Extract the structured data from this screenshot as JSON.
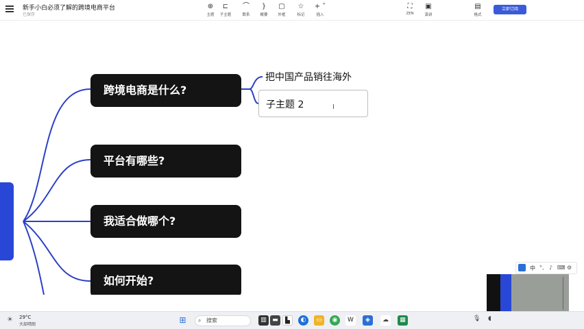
{
  "header": {
    "title": "新手小白必须了解的跨境电商平台",
    "subtitle": "已保存"
  },
  "toolbar": {
    "items": [
      {
        "label": "主题",
        "icon": "topic-icon"
      },
      {
        "label": "子主题",
        "icon": "subtopic-icon"
      },
      {
        "label": "联系",
        "icon": "relationship-icon"
      },
      {
        "label": "概要",
        "icon": "summary-icon"
      },
      {
        "label": "外框",
        "icon": "boundary-icon"
      },
      {
        "label": "标记",
        "icon": "marker-icon"
      },
      {
        "label": "插入",
        "icon": "insert-icon"
      },
      {
        "label": "ZEN",
        "icon": "zen-icon"
      },
      {
        "label": "演讲",
        "icon": "pitch-icon"
      },
      {
        "label": "格式",
        "icon": "format-icon"
      }
    ],
    "cta_label": "立即订阅"
  },
  "map": {
    "topics": [
      {
        "label": "跨境电商是什么?"
      },
      {
        "label": "平台有哪些?"
      },
      {
        "label": "我适合做哪个?"
      },
      {
        "label": "如何开始?"
      }
    ],
    "subtopics": [
      {
        "label": "把中国产品销往海外"
      },
      {
        "label": "子主题 2"
      }
    ]
  },
  "ime_bar": {
    "lang": "中"
  },
  "taskbar": {
    "weather_temp": "29°C",
    "weather_desc": "大部晴朗",
    "search_placeholder": "搜索"
  },
  "colors": {
    "accent": "#2947d6",
    "topic_bg": "#141414",
    "connector": "#2b3fc4"
  }
}
